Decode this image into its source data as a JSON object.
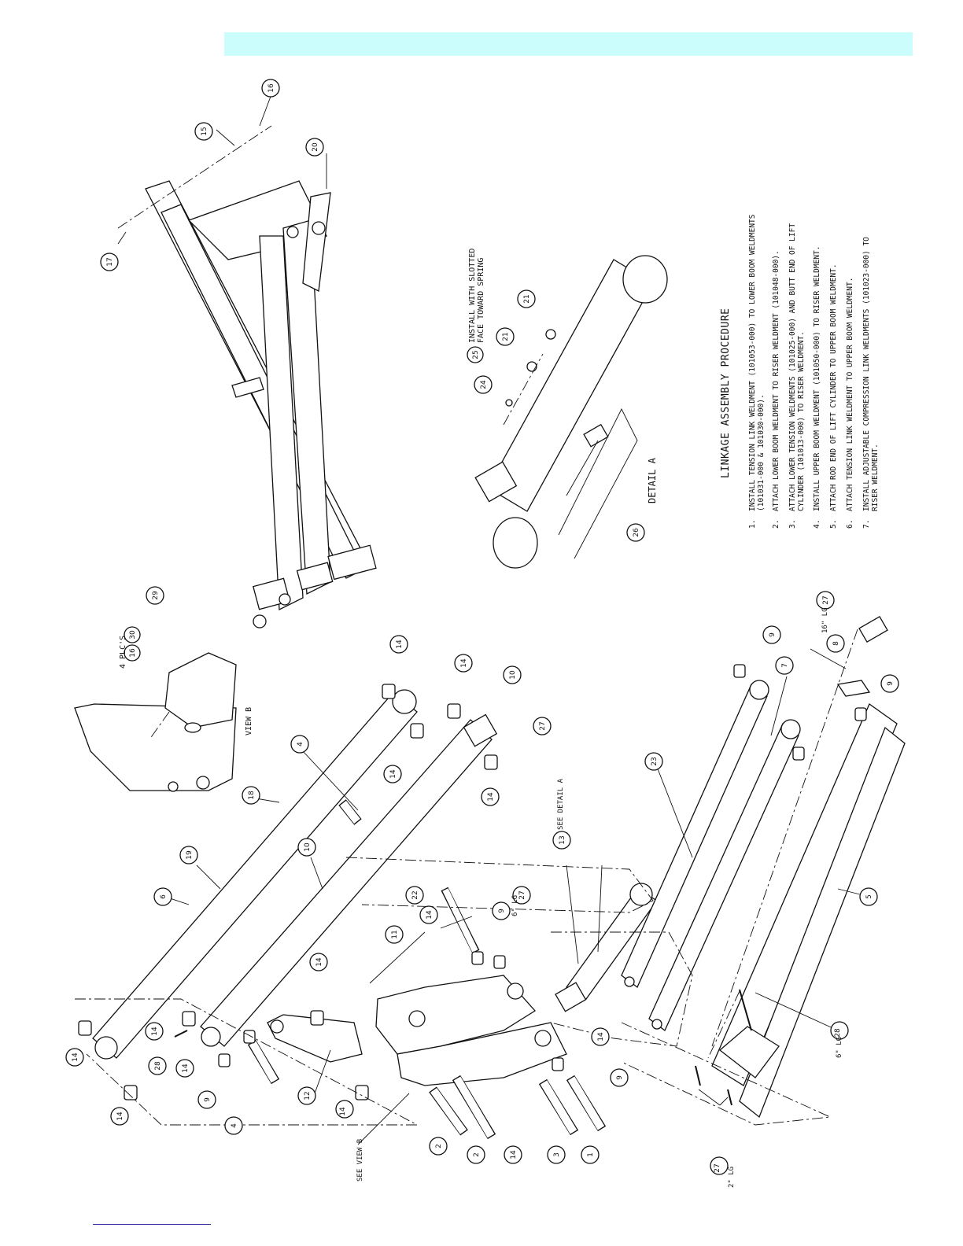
{
  "header": {
    "bar_color": "#ccfdfd"
  },
  "procedure": {
    "title": "LINKAGE ASSEMBLY PROCEDURE",
    "steps": [
      {
        "num": "1.",
        "line1": "INSTALL TENSION LINK WELDMENT (101053-000) TO LOWER BOOM WELDMENTS",
        "line2": "(101031-000 & 101030-000)."
      },
      {
        "num": "2.",
        "line1": "ATTACH LOWER BOOM WELDMENT TO RISER WELDMENT (101048-000).",
        "line2": ""
      },
      {
        "num": "3.",
        "line1": "ATTACH LOWER TENSION WELDMENTS (101025-000) AND BUTT END OF LIFT",
        "line2": "CYLINDER (101013-000) TO RISER WELDMENT."
      },
      {
        "num": "4.",
        "line1": "INSTALL UPPER BOOM WELDMENT (101050-000) TO RISER WELDMENT.",
        "line2": ""
      },
      {
        "num": "5.",
        "line1": "ATTACH ROD END OF LIFT CYLINDER TO UPPER BOOM WELDMENT.",
        "line2": ""
      },
      {
        "num": "6.",
        "line1": "ATTACH TENSION LINK WELDMENT TO UPPER BOOM WELDMENT.",
        "line2": ""
      },
      {
        "num": "7.",
        "line1": "INSTALL ADJUSTABLE COMPRESSION LINK WELDMENTS (101023-000) TO",
        "line2": "RISER WELDMENT."
      }
    ]
  },
  "notes": {
    "detail_a": "DETAIL A",
    "view_b": "VIEW B",
    "see_view_b": "SEE VIEW B",
    "see_detail_a": "SEE DETAIL A",
    "plcs": "4 PLC'S",
    "install_line1": "INSTALL WITH SLOTTED",
    "install_line2": "FACE TOWARD SPRING",
    "len_16": "16\" LG",
    "len_6a": "6\" LG",
    "len_6b": "6\" LG",
    "len_2": "2\" LG"
  },
  "callouts": {
    "c16": "16",
    "c15": "15",
    "c20": "20",
    "c17": "17",
    "c29": "29",
    "c16b": "16",
    "c30": "30",
    "c25": "25",
    "c24": "24",
    "c21a": "21",
    "c21b": "21",
    "c26": "26",
    "c14a": "14",
    "c14b": "14",
    "c14c": "14",
    "c14d": "14",
    "c14e": "14",
    "c14f": "14",
    "c14g": "14",
    "c14h": "14",
    "c14i": "14",
    "c14j": "14",
    "c14k": "14",
    "c14l": "14",
    "c10a": "10",
    "c10b": "10",
    "c27a": "27",
    "c27b": "27",
    "c27c": "27",
    "c27d": "27",
    "c4a": "4",
    "c4b": "4",
    "c18": "18",
    "c19": "19",
    "c6": "6",
    "c13": "13",
    "c22": "22",
    "c9a": "9",
    "c9b": "9",
    "c9c": "9",
    "c9d": "9",
    "c9e": "9",
    "c11": "11",
    "c12": "12",
    "c28a": "28",
    "c28b": "28",
    "c23": "23",
    "c7": "7",
    "c8": "8",
    "c5": "5",
    "c2a": "2",
    "c2b": "2",
    "c3": "3",
    "c1": "1"
  }
}
